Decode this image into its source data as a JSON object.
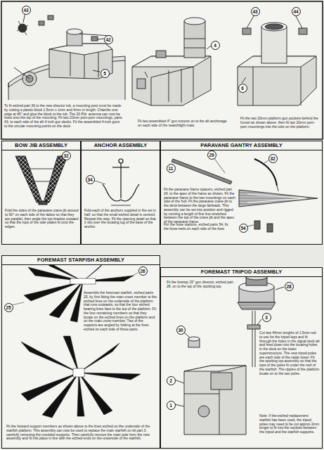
{
  "diagram": {
    "nodes": [
      {
        "text": [
          "BOW JIB ASSEMBLY",
          "Fold the sides of the paravane crane jib around to 90° on each side of the lattice so that they are parallel, then angle the top bracket outward so that the tops of the side plates fit onto the edges."
        ]
      },
      {
        "text": [
          "ANCHOR ASSEMBLY",
          "Fold each of the anchors supplied in the set in half, so that the small etched detail is centred. Repeat this step. Fit the opening detail so that it sits over the locating lug of the base of the anchor."
        ]
      },
      {
        "text": [
          "PARAVANE GANTRY ASSEMBLY",
          "Fit the paravane frame spacers, etched part 29, to the apex of the frame as shown. Fit the paravane frame to the two mountings on each side of the hull. Fit the paravane crane jib to the deck between the large fairleads. This assembly can be set into position and rigged by running a length of fine line stretched between the top of the crane jib and the apex of the paravane frame.",
          "For the hose stations, etched parts 54, fix the hose reels on each side of the bow."
        ]
      },
      {
        "text": [
          "FOREMAST STARFISH ASSEMBLY",
          "Assemble the foremast starfish, etched parts 25, by first fitting the main cross member to the etched lines on the underside of the platform that runs outwards, so that the four etched bearing lines face to the top of the platform. Fit the four remaining members so that they locate on the etched lines on the platform and on the main cross member. Two of the supports are angled by folding at the lines etched on each side of those parts.",
          "Fit the forward support members as shown above to the lines etched on the underside of the starfish platform. This assembly can now be used to replace the main starfish on kit part 3, carefully removing the moulded supports. Then carefully remove the mast pole from the new assembly and fit into place in line with the etched ends on the underside of the starfish."
        ]
      },
      {
        "text": [
          "FOREMAST TRIPOD ASSEMBLY",
          "Fit the foretop 15\" gun director, etched part 28, on to the top of the spotting top.",
          "Cut two 44mm lengths of 1.5mm rod to use for the tripod legs and fit through the holes in the signal deck aft and feed down into the locating holes in the deck on the lower superstructure. The new tripod poles are each side of the radar tower. Fit the spotting top assembly so that the tops of the poles fit under the roof of the starfish. The ripples of the platform locate on to the two poles.",
          "Note: If the etched replacement starfish has been used, the tripod poles may need to be cut approx 2mm longer to fit into the sockets between the tripod and the starfish supports."
        ]
      }
    ],
    "labels": [
      "To fit etched part 36 to the new director tub, a mounting post must be made by cutting a plastic block 1.5mm x 1mm and 4mm in length. Chamfer one edge at 45° and glue the block to the tub. The 20 Pdr. antenna can now be fixed onto the top of the mounting. Fit two 20mm pom-pom mountings, parts 43, to each side of the aft 4 inch gun decks. Fit the assembled 4 inch guns to the circular mounting points on the deck.",
      "Fit two assembled 4\" gun mounts on to the aft anchorage on each side of the searchlight mast.",
      "Fit the two 20mm platform gun pockets behind the funnel as shown above, then fit two 20mm pom-pom mountings into the tubs on the platform.",
      "43",
      "42",
      "5",
      "4",
      "43",
      "44",
      "6",
      "32",
      "34",
      "11",
      "29",
      "32",
      "54",
      "26",
      "25",
      "28",
      "3",
      "30",
      "2",
      "1"
    ]
  }
}
